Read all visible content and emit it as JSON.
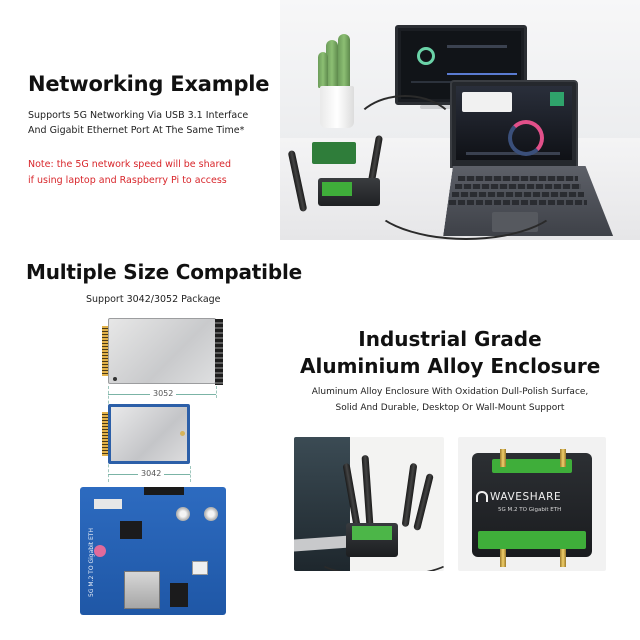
{
  "networking": {
    "title": "Networking Example",
    "desc_line1": "Supports 5G Networking Via USB 3.1 Interface",
    "desc_line2": "And Gigabit Ethernet Port At The Same Time*",
    "note_line1": "Note: the 5G network speed will be shared",
    "note_line2": "if using laptop and Raspberry Pi to access",
    "accent_color": "#d8262b"
  },
  "sizes": {
    "title": "Multiple Size Compatible",
    "subtitle": "Support 3042/3052 Package",
    "dim_large": "3052",
    "dim_small": "3042"
  },
  "enclosure": {
    "title_line1": "Industrial Grade",
    "title_line2": "Aluminium Alloy Enclosure",
    "desc_line1": "Aluminum Alloy Enclosure With Oxidation Dull-Polish Surface,",
    "desc_line2": "Solid And Durable, Desktop Or Wall-Mount Support",
    "brand_logo": "WAVESHARE",
    "product_label": "5G M.2 TO Gigabit ETH",
    "label_color": "#3fae3a"
  },
  "board": {
    "silk_label": "5G M.2 TO Gigabit ETH"
  }
}
